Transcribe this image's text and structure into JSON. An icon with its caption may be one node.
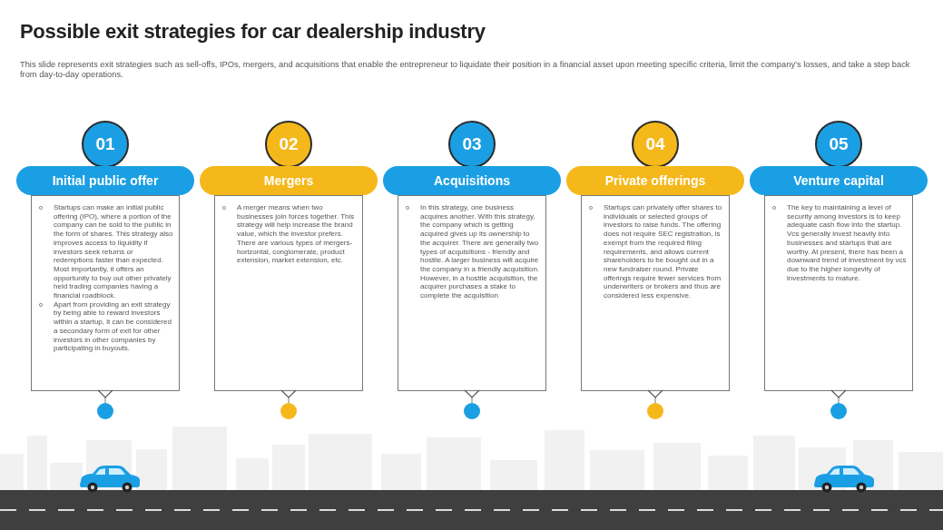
{
  "diagram": {
    "title": "Possible exit strategies for car dealership industry",
    "caption": "This slide represents exit strategies such as sell-offs, IPOs, mergers, and acquisitions that enable the entrepreneur to liquidate their position in a financial asset upon meeting specific criteria, limit the company’s losses, and take a step back from day-to-day operations.",
    "nodes": [
      {
        "text": [
          "01"
        ]
      },
      {
        "text": [
          "Initial public offer"
        ]
      },
      {
        "text": [
          "Startups can make an initial public offering (IPO), where a portion of the company can be sold to the public in the form of shares. This strategy also improves access to liquidity if investors seek returns or redemptions faster than expected. Most importantly, it offers an opportunity to buy out other privately held trading companies having a financial roadblock.",
          "Apart from providing an exit strategy by being able to reward investors within a startup, it can be considered a secondary form of exit for other investors in other companies by participating in buyouts."
        ]
      },
      {
        "text": [
          "02"
        ]
      },
      {
        "text": [
          "Mergers"
        ]
      },
      {
        "text": [
          "A merger means when two businesses join forces together. This strategy will help increase the brand value, which the investor prefers. There are various types of mergers- horizontal, conglomerate, product extension, market extension, etc."
        ]
      },
      {
        "text": [
          "03"
        ]
      },
      {
        "text": [
          "Acquisitions"
        ]
      },
      {
        "text": [
          "In this strategy, one business acquires another. With this strategy, the company which is getting acquired gives up its ownership to the acquirer. There are generally two types of acquisitions - friendly and hostile. A larger business will acquire the company in a friendly acquisition. However, in a hostile acquisition, the acquirer purchases a stake to complete the acquisition"
        ]
      },
      {
        "text": [
          "04"
        ]
      },
      {
        "text": [
          "Private offerings"
        ]
      },
      {
        "text": [
          "Startups can privately offer shares to individuals or selected groups of investors to raise funds. The offering does not require SEC registration, is exempt from the required filing requirements, and allows current shareholders to be bought out in a new fundraiser round. Private offerings require fewer services from underwriters or brokers and thus are considered less expensive."
        ]
      },
      {
        "text": [
          "05"
        ]
      },
      {
        "text": [
          "Venture capital"
        ]
      },
      {
        "text": [
          "The key to maintaining a level of security among investors is to keep adequate cash flow into the startup. Vcs generally invest heavily into businesses and startups that are worthy. At present, there has been a downward trend of investment by vcs due to the higher longevity of investments to mature."
        ]
      }
    ]
  }
}
